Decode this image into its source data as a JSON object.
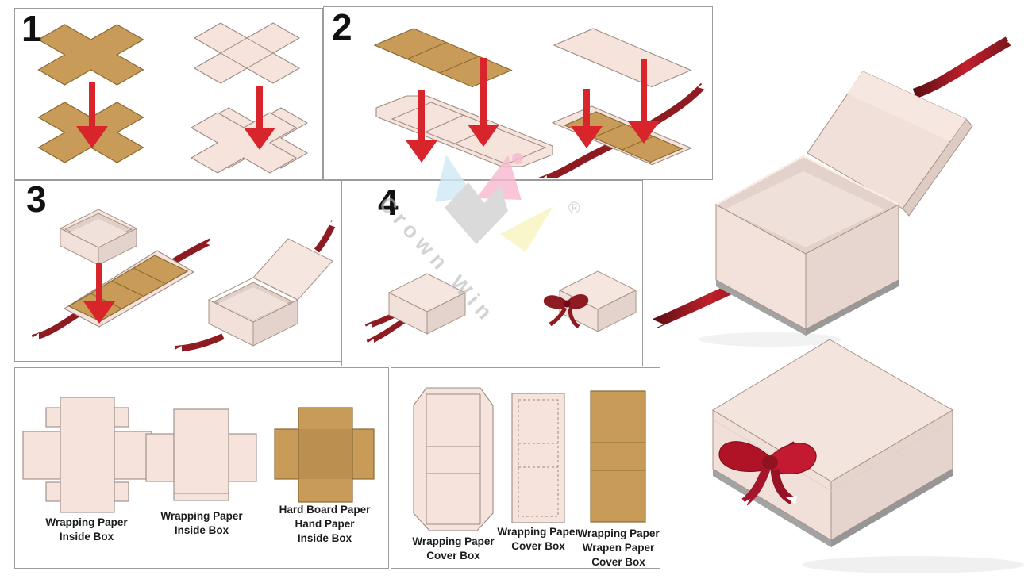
{
  "steps": [
    {
      "number": "1"
    },
    {
      "number": "2"
    },
    {
      "number": "3"
    },
    {
      "number": "4"
    }
  ],
  "inside_panel": {
    "items": [
      {
        "lines": [
          "Wrapping Paper",
          "Inside Box"
        ]
      },
      {
        "lines": [
          "Wrapping Paper",
          "Inside Box"
        ]
      },
      {
        "lines": [
          "Hard Board Paper",
          "Hand Paper",
          "Inside Box"
        ]
      }
    ]
  },
  "cover_panel": {
    "items": [
      {
        "lines": [
          "Wrapping Paper",
          "Cover Box"
        ]
      },
      {
        "lines": [
          "Wrapping Paper",
          "Cover Box"
        ]
      },
      {
        "lines": [
          "Wrapping Paper",
          "Wrapen Paper",
          "Cover Box"
        ]
      }
    ]
  },
  "watermark": {
    "text": "Crown Win",
    "registered_mark": "®"
  },
  "colors": {
    "background": "#FFFFFF",
    "panel_border": "#9C9C9C",
    "number_color": "#111111",
    "cardboard": "#C89B58",
    "cardboard_outline": "#8A6A33",
    "paper": "#F5E3DC",
    "paper_outline": "#9B8B84",
    "arrow_red": "#D8242B",
    "ribbon_red": "#8E1B22",
    "ribbon_bright": "#C01E2E",
    "watermark_cyan": "#CFE9F5",
    "watermark_pink": "#F7B9CF",
    "watermark_gray": "#D2D2D2",
    "watermark_yellow": "#F9F5C0"
  }
}
